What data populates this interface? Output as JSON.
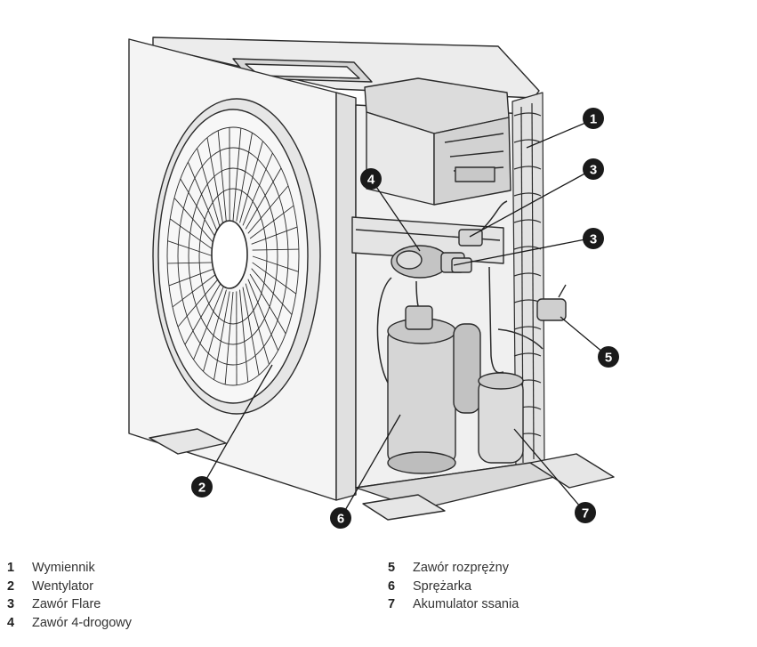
{
  "callouts": [
    "1",
    "2",
    "3",
    "3",
    "4",
    "5",
    "6",
    "7"
  ],
  "legend": {
    "left": [
      {
        "num": "1",
        "label": "Wymiennik"
      },
      {
        "num": "2",
        "label": "Wentylator"
      },
      {
        "num": "3",
        "label": "Zawór Flare"
      },
      {
        "num": "4",
        "label": "Zawór 4-drogowy"
      }
    ],
    "right": [
      {
        "num": "5",
        "label": "Zawór rozprężny"
      },
      {
        "num": "6",
        "label": "Sprężarka"
      },
      {
        "num": "7",
        "label": "Akumulator ssania"
      }
    ]
  },
  "colors": {
    "line": "#2b2b2b",
    "fill_light": "#f2f2f2",
    "fill_mid": "#d9d9d9",
    "fill_dark": "#bdbdbd",
    "callout": "#1a1a1a"
  }
}
